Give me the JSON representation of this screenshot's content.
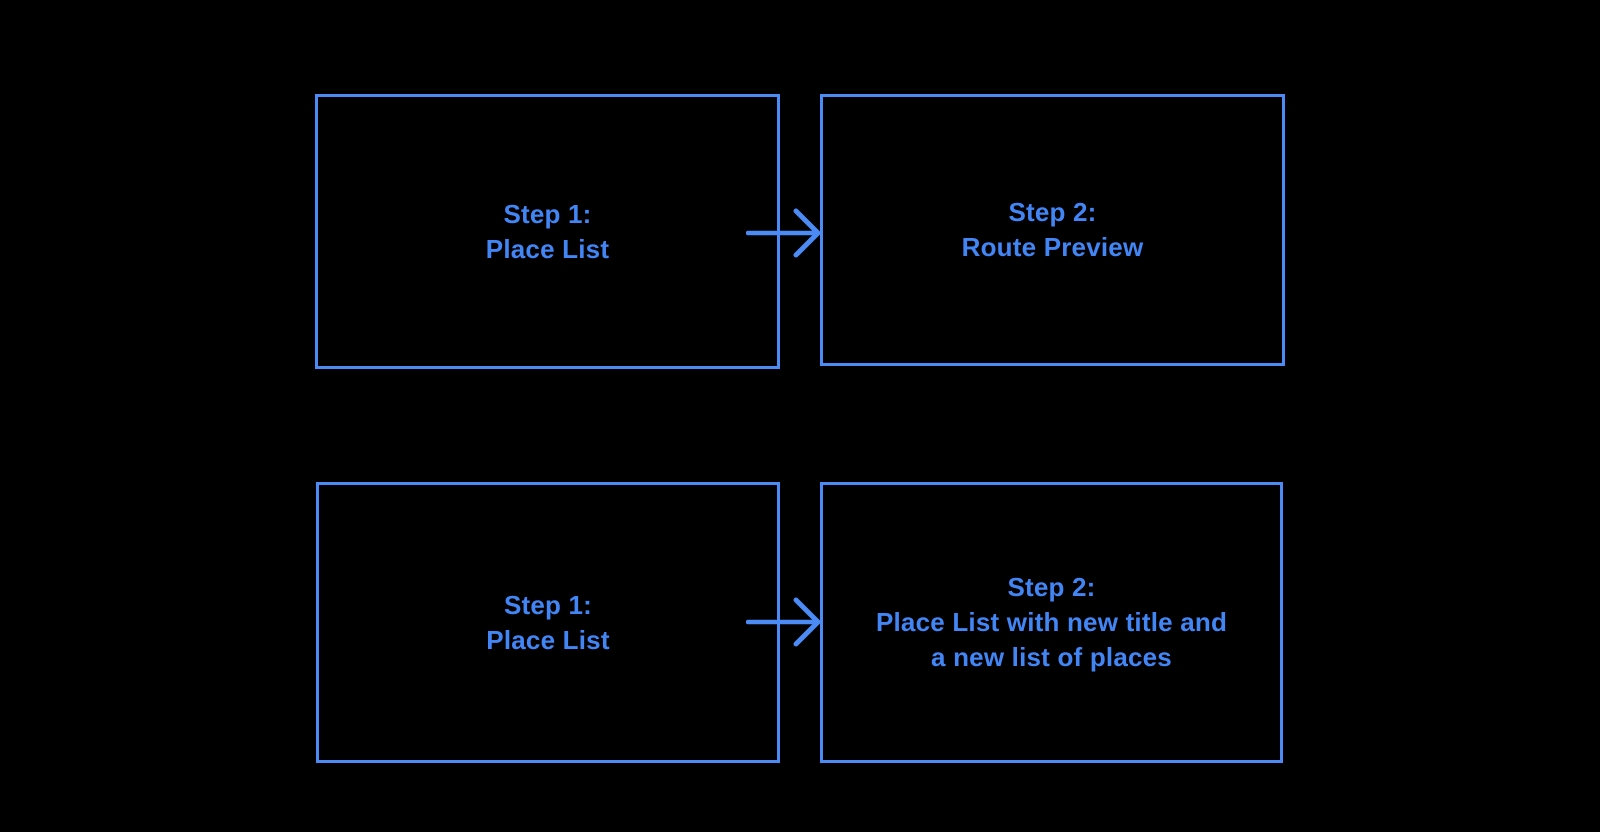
{
  "canvas": {
    "background": "#000000",
    "accent": "#4C8BF5",
    "text_color": "#4285F4"
  },
  "diagram": {
    "rows": [
      {
        "source": {
          "lines": [
            "Step 1:",
            "Place List"
          ]
        },
        "connector": "arrow-right",
        "target": {
          "lines": [
            "Step 2:",
            "Route Preview"
          ]
        }
      },
      {
        "source": {
          "lines": [
            "Step 1:",
            "Place List"
          ]
        },
        "connector": "arrow-right",
        "target": {
          "lines": [
            "Step 2:",
            "Place List with new title and",
            "a new list of places"
          ]
        }
      }
    ]
  }
}
